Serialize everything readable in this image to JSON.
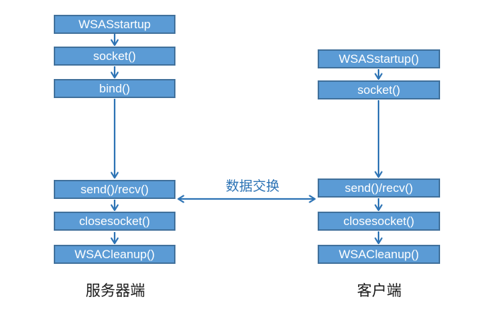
{
  "diagram": {
    "server": {
      "label": "服务器端",
      "boxes": [
        "WSASstartup",
        "socket()",
        "bind()",
        "send()/recv()",
        "closesocket()",
        "WSACleanup()"
      ]
    },
    "client": {
      "label": "客户端",
      "boxes": [
        "WSASstartup()",
        "socket()",
        "send()/recv()",
        "closesocket()",
        "WSACleanup()"
      ]
    },
    "exchange_label": "数据交换",
    "colors": {
      "box_fill": "#5B9BD5",
      "box_border": "#41719C",
      "arrow": "#2E74B5",
      "box_text": "#FFFFFF",
      "label_text": "#1A1A1A",
      "background": "#FFFFFF"
    }
  }
}
